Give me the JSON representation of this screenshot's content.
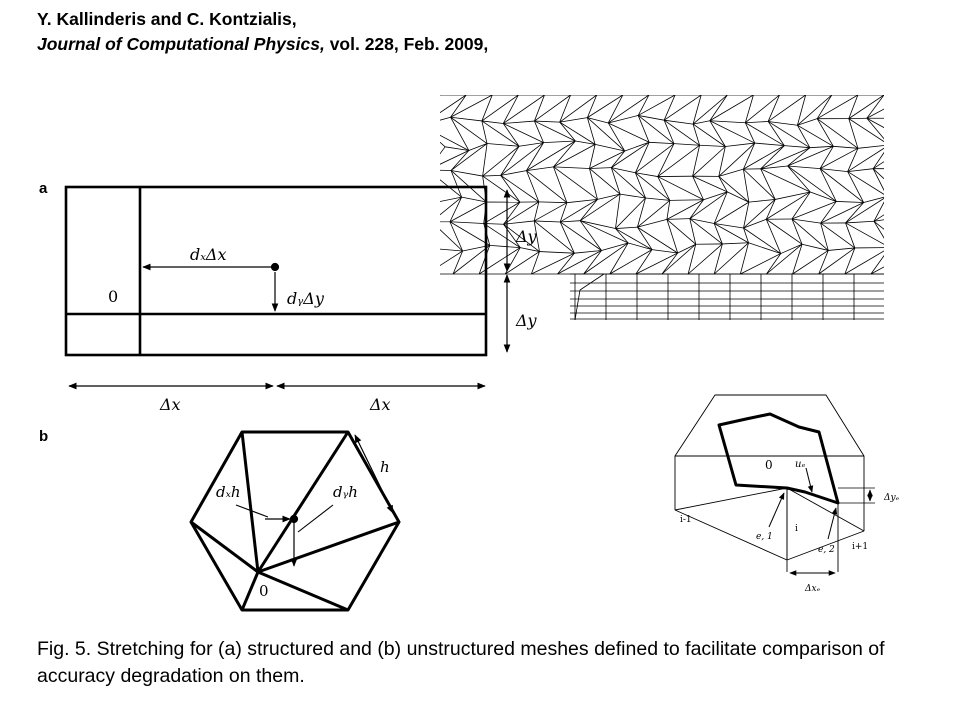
{
  "citation": {
    "line1": "Y. Kallinderis and C. Kontzialis,",
    "journal": "Journal of Computational Physics,",
    "rest": "  vol. 228, Feb. 2009,"
  },
  "panels": {
    "a": "a",
    "b": "b"
  },
  "structured": {
    "dx_label": "dₓΔx",
    "dy_label": "dᵧΔy",
    "origin": "0",
    "delta_x_left": "Δx",
    "delta_x_right": "Δx",
    "delta_y_top": "Δy",
    "delta_y_bottom": "Δy"
  },
  "hexagon": {
    "h": "h",
    "dxh": "dₓh",
    "dyh": "dᵧh",
    "origin": "0"
  },
  "cell": {
    "origin": "0",
    "ue": "uₑ",
    "dye": "Δyₑ",
    "dxe": "Δxₑ",
    "im1": "i-1",
    "i": "i",
    "ip1": "i+1",
    "e1": "e, 1",
    "e2": "e, 2"
  },
  "caption": "Fig. 5. Stretching for (a) structured and (b) unstructured meshes defined to facilitate comparison of accuracy degradation on them."
}
